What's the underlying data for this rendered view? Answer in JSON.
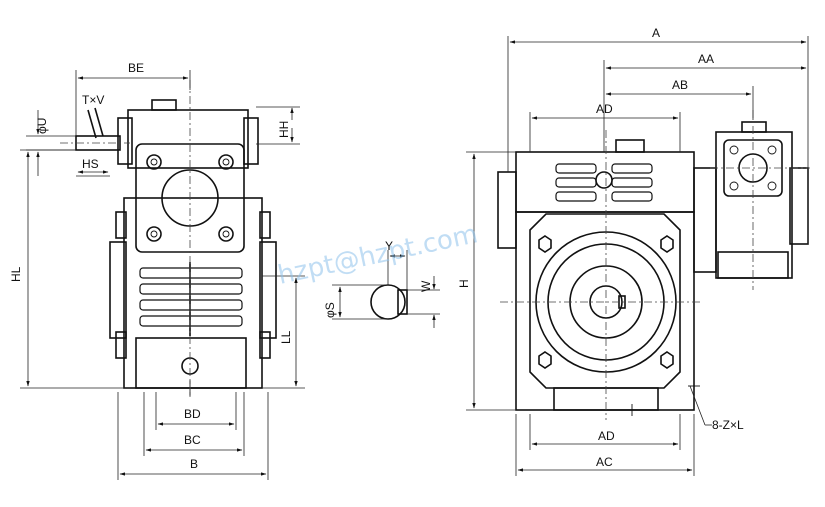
{
  "diagram": {
    "watermark": "hzpt@hzpt.com",
    "labels": {
      "BE": "BE",
      "TxV": "T×V",
      "phiU": "φU",
      "HH": "HH",
      "HS": "HS",
      "HL": "HL",
      "LL": "LL",
      "BD": "BD",
      "BC": "BC",
      "B": "B",
      "Y": "Y",
      "phiS": "φS",
      "W": "W",
      "A": "A",
      "AA": "AA",
      "AB": "AB",
      "AD_top": "AD",
      "H": "H",
      "AD_bottom": "AD",
      "AC": "AC",
      "ZL": "8-Z×L"
    }
  }
}
